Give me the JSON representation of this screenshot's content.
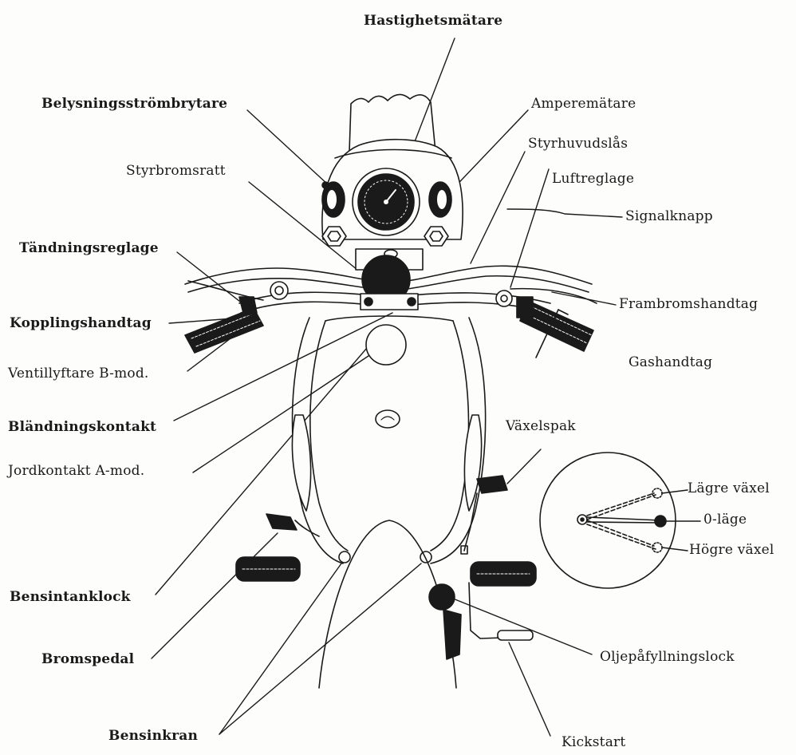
{
  "labels": {
    "hastighetsmatare": "Hastighetsmätare",
    "belysningsstrombrytare": "Belysningsströmbrytare",
    "amperematare": "Amperemätare",
    "styrhuvudslas": "Styrhuvudslås",
    "styrbromsratt": "Styrbromsratt",
    "luftreglage": "Luftreglage",
    "signalknapp": "Signalknapp",
    "tandningsreglage": "Tändningsreglage",
    "kopplingshandtag": "Kopplingshandtag",
    "frambromshandtag": "Frambromshandtag",
    "ventillyftare": "Ventillyftare B-mod.",
    "gashandtag": "Gashandtag",
    "blandningskontakt": "Bländningskontakt",
    "jordkontakt": "Jordkontakt A-mod.",
    "vaxelspak": "Växelspak",
    "lagre_vaxel": "Lägre växel",
    "o_lage": "0-läge",
    "hogre_vaxel": "Högre växel",
    "bensintanklock": "Bensintanklock",
    "bromspedal": "Bromspedal",
    "oljepafyllningslock": "Oljepåfyllningslock",
    "bensinkran": "Bensinkran",
    "kickstart": "Kickstart"
  },
  "colors": {
    "ink": "#1a1a1a",
    "paper": "#fdfdfb"
  }
}
